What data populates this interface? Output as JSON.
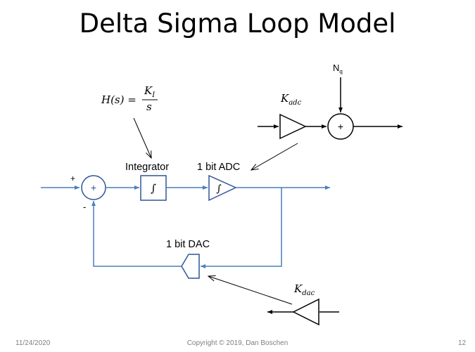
{
  "slide": {
    "title": "Delta Sigma Loop Model",
    "footer": {
      "date": "11/24/2020",
      "copyright": "Copyright © 2019, Dan Boschen",
      "page_number": "12"
    }
  },
  "diagram": {
    "integrator_label": "Integrator",
    "adc_label": "1 bit ADC",
    "dac_label": "1 bit DAC",
    "plus_sign": "+",
    "minus_sign": "-",
    "sum_symbol": "+",
    "integral_symbol": "∫",
    "transfer_function": {
      "lhs": "H(s) = ",
      "numerator_main": "K",
      "numerator_sub": "I",
      "denominator": "s"
    },
    "noise_label": {
      "main": "N",
      "sub": "q"
    },
    "k_adc": {
      "main": "K",
      "sub": "adc"
    },
    "k_dac": {
      "main": "K",
      "sub": "dac"
    },
    "colors": {
      "signal_line": "#4a7ebb",
      "block_stroke": "#2f5597",
      "black": "#000000"
    }
  }
}
